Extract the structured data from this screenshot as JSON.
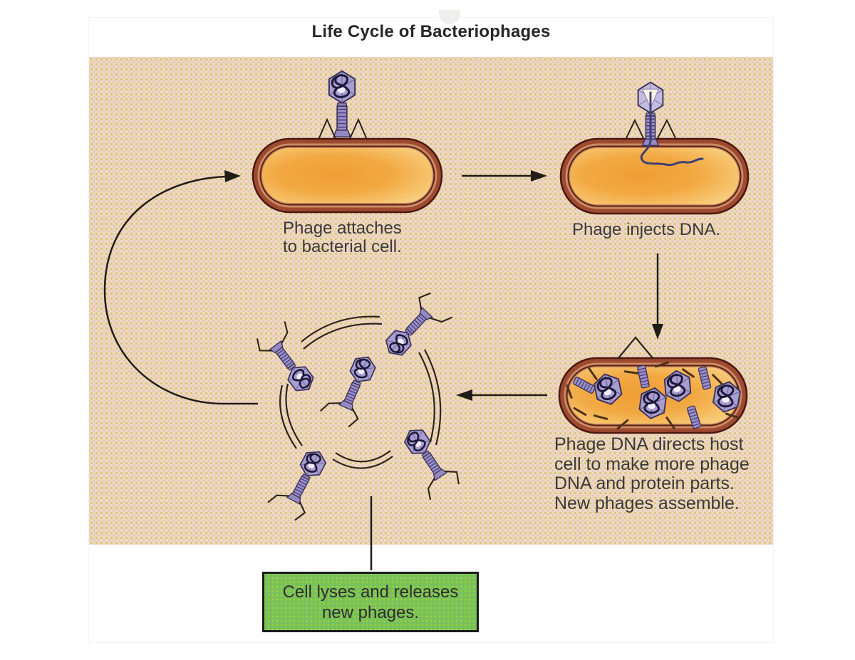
{
  "title": "Life Cycle of Bacteriophages",
  "labels": {
    "attach": "Phage attaches\nto bacterial cell.",
    "inject": "Phage injects DNA.",
    "replicate": "Phage DNA directs host\ncell to make more phage\nDNA and protein parts.\nNew phages assemble.",
    "lysis": "Cell lyses and releases\nnew phages."
  },
  "colors": {
    "panel_bg": "#edd9bd",
    "halftone_yellow": "#d1b95c",
    "halftone_pink": "#e8bdcb",
    "cell_interior": "#f2a943",
    "cell_membrane": "#9e4a31",
    "phage_body": "#a198cc",
    "phage_outline": "#3b3158",
    "dna_coil": "#1c1838",
    "injected_dna": "#3d4173",
    "arrow": "#211c16",
    "lysis_box_bg": "#7cc24c",
    "text": "#3a3a3a"
  }
}
